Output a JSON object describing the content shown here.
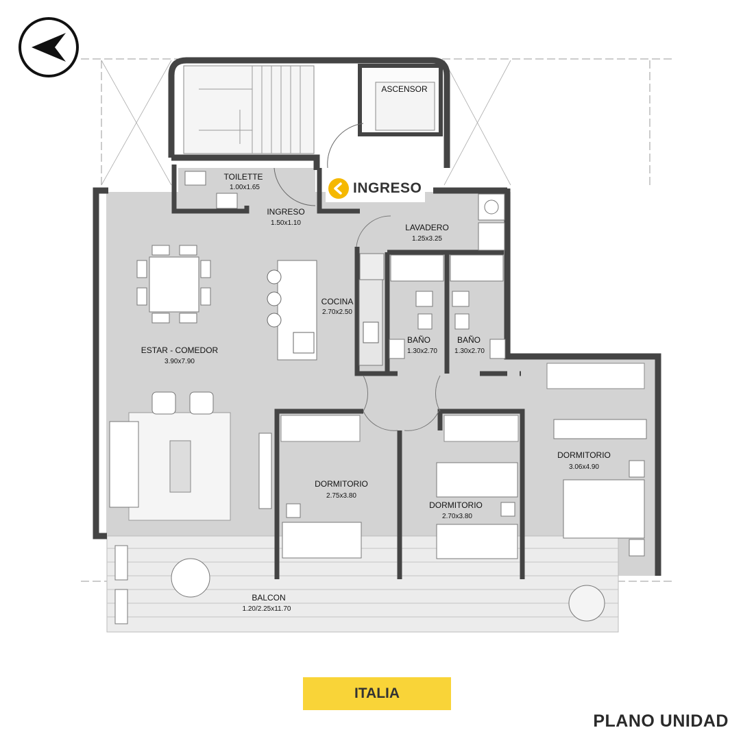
{
  "north_icon": "north-arrow-icon",
  "entry": {
    "label": "INGRESO",
    "icon": "chevron-left-icon",
    "accent": "#f5b800"
  },
  "street": {
    "name": "ITALIA",
    "color": "#f9d438"
  },
  "title": "PLANO UNIDAD",
  "rooms": {
    "ascensor": {
      "name": "ASCENSOR"
    },
    "toilette": {
      "name": "TOILETTE",
      "size": "1.00x1.65"
    },
    "ingreso": {
      "name": "INGRESO",
      "size": "1.50x1.10"
    },
    "lavadero": {
      "name": "LAVADERO",
      "size": "1.25x3.25"
    },
    "cocina": {
      "name": "COCINA",
      "size": "2.70x2.50"
    },
    "bano1": {
      "name": "BAÑO",
      "size": "1.30x2.70"
    },
    "bano2": {
      "name": "BAÑO",
      "size": "1.30x2.70"
    },
    "estar": {
      "name": "ESTAR - COMEDOR",
      "size": "3.90x7.90"
    },
    "dorm1": {
      "name": "DORMITORIO",
      "size": "2.75x3.80"
    },
    "dorm2": {
      "name": "DORMITORIO",
      "size": "2.70x3.80"
    },
    "dorm3": {
      "name": "DORMITORIO",
      "size": "3.06x4.90"
    },
    "balcon": {
      "name": "BALCON",
      "size": "1.20/2.25x11.70"
    }
  }
}
